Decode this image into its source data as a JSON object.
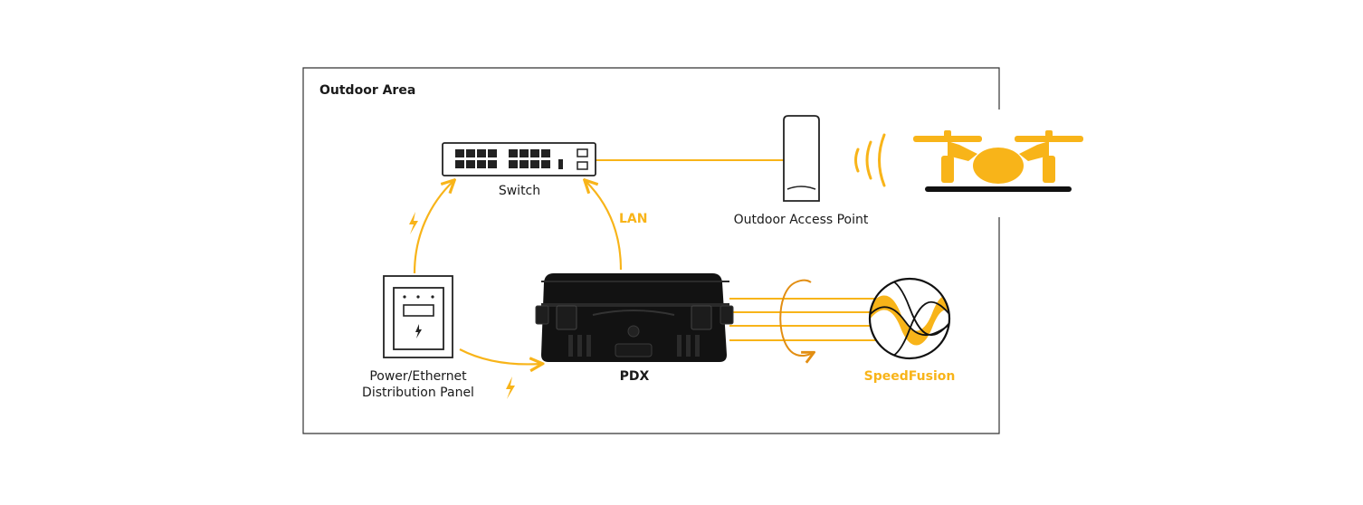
{
  "colors": {
    "accent": "#F8B419",
    "accent_dark": "#E28E12",
    "dark": "#111111",
    "outline": "#333333"
  },
  "area": {
    "title": "Outdoor Area"
  },
  "nodes": {
    "switch": {
      "label": "Switch",
      "icon": "network-switch-icon"
    },
    "access_point": {
      "label": "Outdoor Access Point",
      "icon": "access-point-icon"
    },
    "panel": {
      "label_line1": "Power/Ethernet",
      "label_line2": "Distribution Panel",
      "icon": "distribution-panel-icon"
    },
    "pdx": {
      "label": "PDX",
      "icon": "rugged-case-icon"
    },
    "speedfusion": {
      "label": "SpeedFusion",
      "icon": "speedfusion-waves-icon"
    },
    "drone": {
      "icon": "drone-icon"
    }
  },
  "links": {
    "lan": {
      "label": "LAN"
    }
  }
}
